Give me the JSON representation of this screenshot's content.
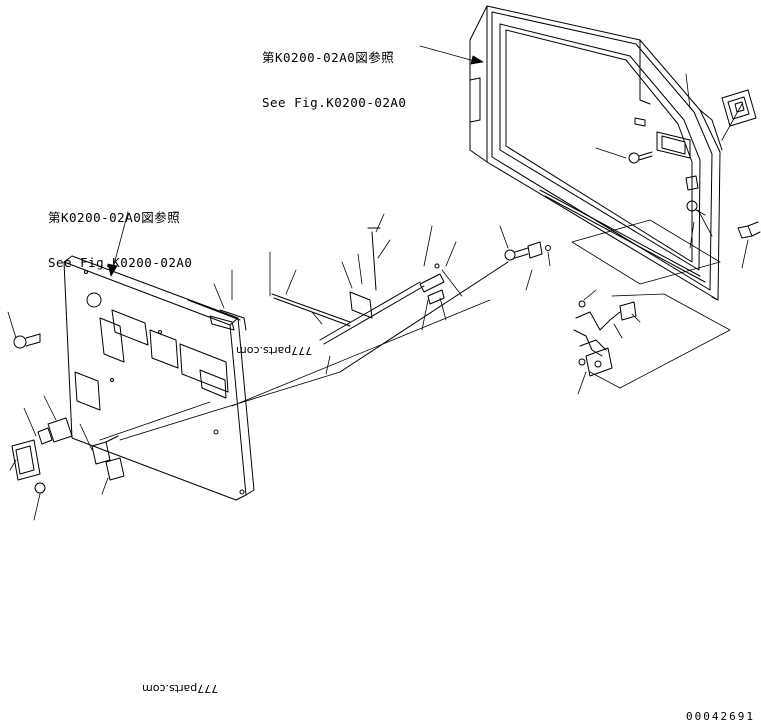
{
  "notes": {
    "top_right": {
      "jp": "第K0200-02A0図参照",
      "en": "See Fig.K0200-02A0"
    },
    "left": {
      "jp": "第K0200-02A0図参照",
      "en": "See Fig.K0200-02A0"
    }
  },
  "watermarks": {
    "mid": "777parts.com",
    "bottom": "777parts.com"
  },
  "part_number": "00042691",
  "colors": {
    "line": "#000000",
    "background": "#ffffff"
  }
}
